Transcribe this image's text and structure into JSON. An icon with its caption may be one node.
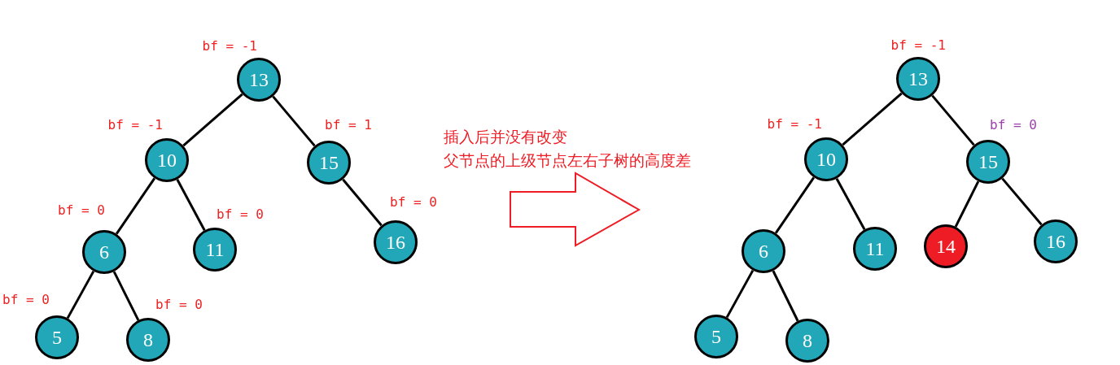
{
  "diagram": {
    "nodes": [
      {
        "text": [
          "13"
        ],
        "beside": [
          "bf = -1"
        ]
      },
      {
        "text": [
          "10"
        ],
        "beside": [
          "bf = -1"
        ]
      },
      {
        "text": [
          "15"
        ],
        "beside": [
          "bf = 1"
        ]
      },
      {
        "text": [
          "6"
        ],
        "beside": [
          "bf = 0"
        ]
      },
      {
        "text": [
          "11"
        ],
        "beside": [
          "bf = 0"
        ]
      },
      {
        "text": [
          "16"
        ],
        "beside": [
          "bf = 0"
        ]
      },
      {
        "text": [
          "5"
        ],
        "beside": [
          "bf = 0"
        ]
      },
      {
        "text": [
          "8"
        ],
        "beside": [
          "bf = 0"
        ]
      },
      {
        "text": [
          "13"
        ],
        "beside": [
          "bf = -1"
        ]
      },
      {
        "text": [
          "10"
        ],
        "beside": [
          "bf = -1"
        ]
      },
      {
        "text": [
          "15"
        ],
        "beside": [
          "bf = 0"
        ]
      },
      {
        "text": [
          "6"
        ]
      },
      {
        "text": [
          "11"
        ]
      },
      {
        "text": [
          "14"
        ]
      },
      {
        "text": [
          "16"
        ]
      },
      {
        "text": [
          "5"
        ]
      },
      {
        "text": [
          "8"
        ]
      }
    ],
    "edges": [
      {
        "from": 0,
        "to": 1,
        "arrow": "none"
      },
      {
        "from": 0,
        "to": 2,
        "arrow": "none"
      },
      {
        "from": 1,
        "to": 3,
        "arrow": "none"
      },
      {
        "from": 1,
        "to": 4,
        "arrow": "none"
      },
      {
        "from": 2,
        "to": 5,
        "arrow": "none"
      },
      {
        "from": 3,
        "to": 6,
        "arrow": "none"
      },
      {
        "from": 3,
        "to": 7,
        "arrow": "none"
      },
      {
        "from": 8,
        "to": 9,
        "arrow": "none"
      },
      {
        "from": 8,
        "to": 10,
        "arrow": "none"
      },
      {
        "from": 9,
        "to": 11,
        "arrow": "none"
      },
      {
        "from": 9,
        "to": 12,
        "arrow": "none"
      },
      {
        "from": 10,
        "to": 13,
        "arrow": "none"
      },
      {
        "from": 10,
        "to": 14,
        "arrow": "none"
      },
      {
        "from": 11,
        "to": 15,
        "arrow": "none"
      },
      {
        "from": 11,
        "to": 16,
        "arrow": "none"
      }
    ],
    "labels": [
      "插入后并没有改变",
      "父节点的上级节点左右子树的高度差"
    ]
  }
}
